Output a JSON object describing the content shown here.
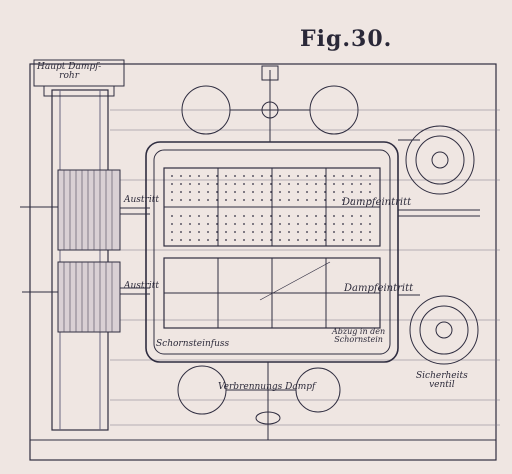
{
  "figure": {
    "title": "Fig.30."
  },
  "labels": {
    "haupt_dampfrohr": "Haupt Dampf-\nrohr",
    "austritt_top": "Austritt",
    "austritt_bottom": "Austritt",
    "dampfeintritt_top": "Dampfeintritt",
    "dampfeintritt_bottom": "Dampfeintritt",
    "schornsteinfuss": "Schornsteinfuss",
    "abzug_schornstein": "Abzug in den\nSchornstein",
    "sicherheitsventil": "Sicherheits\nventil",
    "verbrennungs_dampf": "Verbrennungs Dampf"
  },
  "colors": {
    "ink": "#2c2a3a",
    "paper": "#efe6e2"
  },
  "chart_data": {
    "type": "diagram",
    "title": "Fig.30.",
    "nodes": [
      "Haupt Dampfrohr",
      "Austritt",
      "Austritt",
      "Dampfeintritt",
      "Dampfeintritt",
      "Schornsteinfuss",
      "Abzug in den Schornstein",
      "Sicherheitsventil",
      "Verbrennungs Dampf"
    ]
  }
}
